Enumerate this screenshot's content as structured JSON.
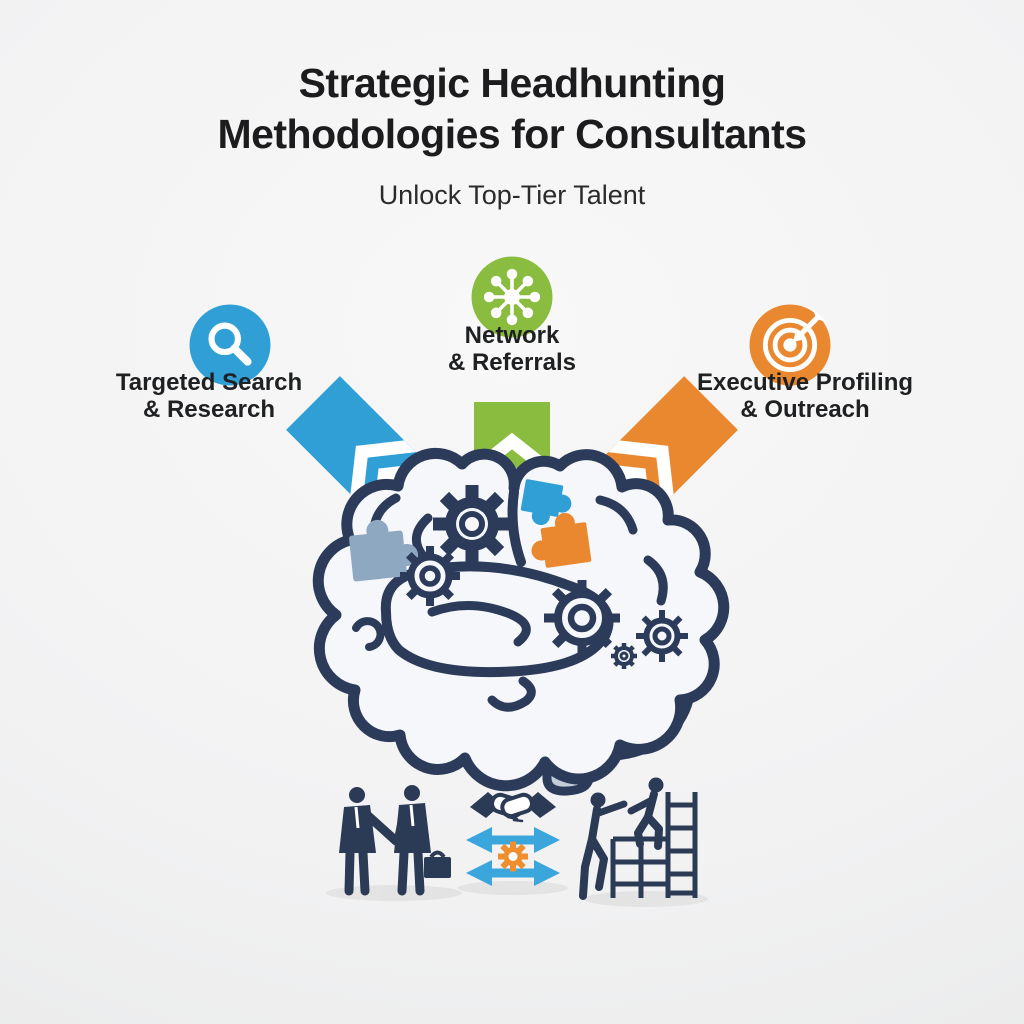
{
  "header": {
    "title_line1": "Strategic Headhunting",
    "title_line2": "Methodologies for Consultants",
    "subtitle": "Unlock Top-Tier Talent"
  },
  "methods": [
    {
      "label_line1": "Targeted Search",
      "label_line2": "& Research",
      "icon": "magnifier-icon",
      "color": "#2f9fd6"
    },
    {
      "label_line1": "Network",
      "label_line2": "& Referrals",
      "icon": "network-icon",
      "color": "#8abd3f"
    },
    {
      "label_line1": "Executive Profiling",
      "label_line2": "& Outreach",
      "icon": "target-icon",
      "color": "#e9882e"
    }
  ],
  "illustration": {
    "center": "brain-with-gears-and-puzzle-pieces",
    "bottom_icons": [
      "businessmen-handshake",
      "handshake-exchange-arrows-gear",
      "mentor-helping-climb-ladder"
    ]
  },
  "colors": {
    "navy": "#2b3a55",
    "outline": "#2b3b59",
    "brain_fill": "#f5f7fa",
    "stem": "#c3cdd9",
    "puzzle_slate": "#8fa8c2",
    "arrow_blue": "#3aa6dc",
    "gear_orange": "#ef8e2e",
    "white": "#ffffff",
    "background": "#f2f2f3"
  }
}
